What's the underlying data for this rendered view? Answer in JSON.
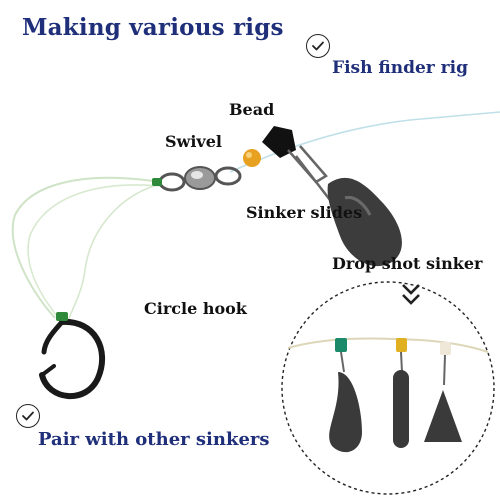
{
  "title": "Making various rigs",
  "badges": {
    "top": "Fish finder rig",
    "bottom": "Pair with other sinkers"
  },
  "labels": {
    "bead": "Bead",
    "swivel": "Swivel",
    "sinker_slides": "Sinker slides",
    "drop_shot_sinker": "Drop shot sinker",
    "circle_hook": "Circle hook"
  },
  "icons": {
    "check": "check-circle-icon",
    "chevron": "double-chevron-down-icon"
  },
  "colors": {
    "title_blue": "#1f2f7a",
    "label_black": "#111111",
    "sinker_grey": "#3c3c3c",
    "bead_orange": "#e8a020",
    "bead_green": "#1a8a6a",
    "bead_yellow": "#e0b020",
    "bead_white": "#efe7d8"
  }
}
